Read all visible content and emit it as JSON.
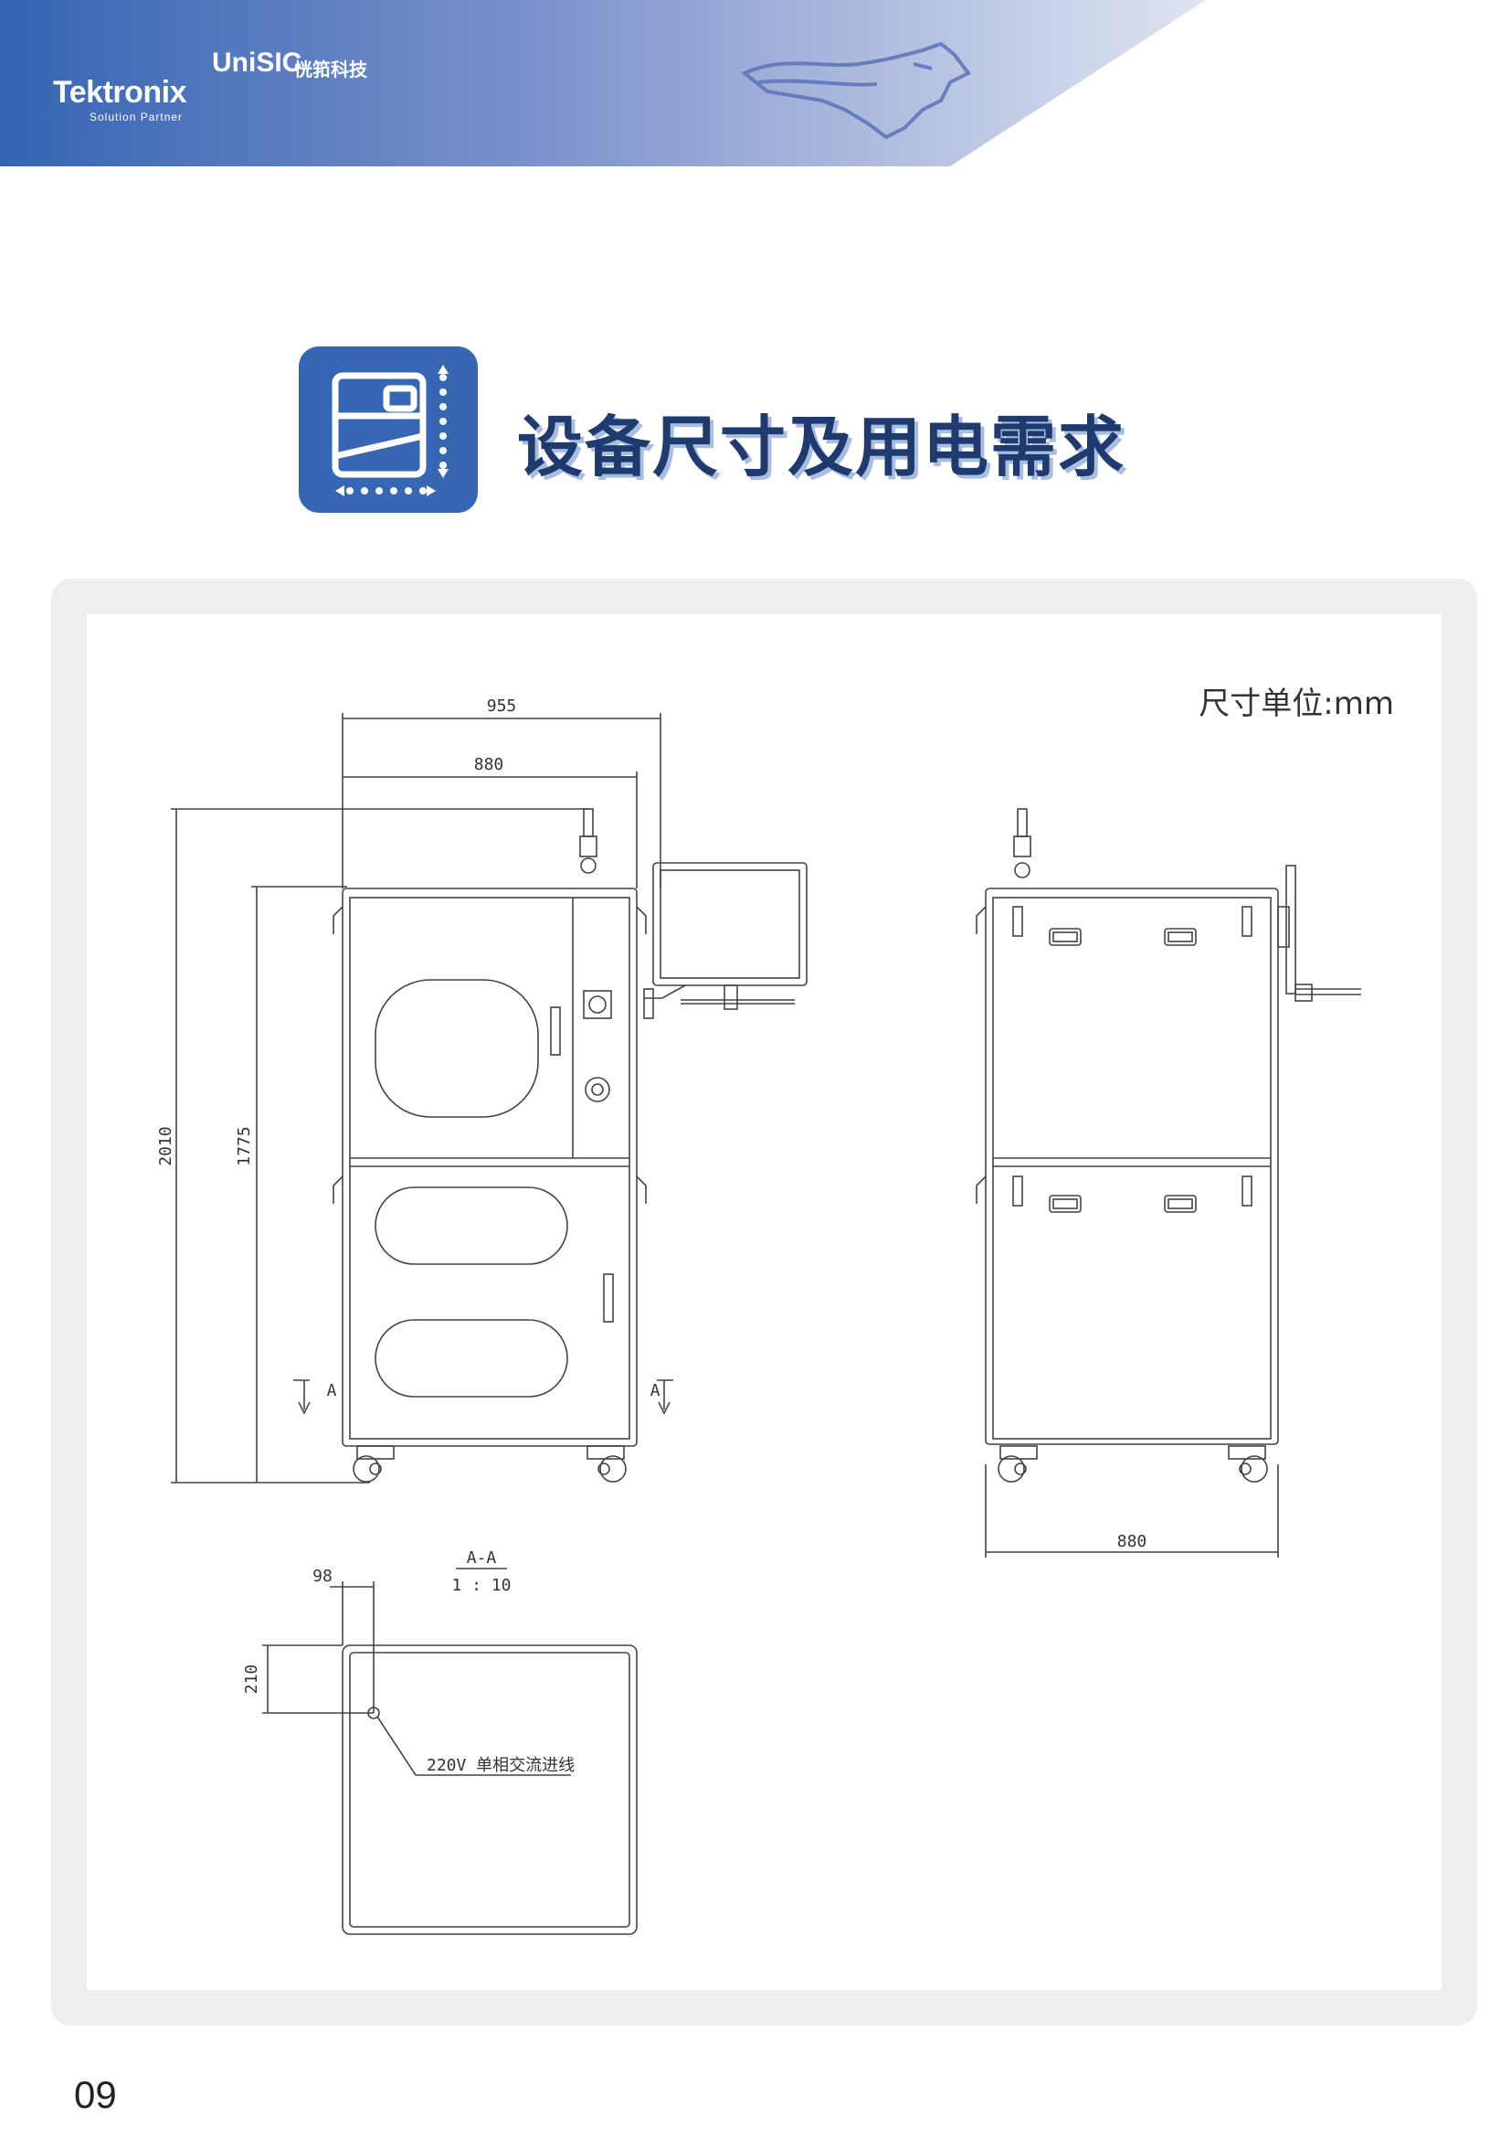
{
  "header": {
    "brand_tek": "Tektronix",
    "brand_tek_sub": "Solution Partner",
    "brand_unisic": "UniSIC",
    "brand_unisic_cn": "恍筘科技",
    "mascot_icon": "wolf-mascot-icon"
  },
  "section": {
    "title": "设备尺寸及用电需求",
    "icon": "equipment-dimension-icon"
  },
  "drawing": {
    "unit_note": "尺寸单位:mm",
    "front_view": {
      "width_overall": "955",
      "width_body": "880",
      "height_overall": "2010",
      "height_body": "1775",
      "section_mark_left": "A",
      "section_mark_right": "A"
    },
    "side_view": {
      "width": "880"
    },
    "section_view": {
      "label": "A-A",
      "scale": "1 : 10",
      "offset_x": "98",
      "offset_y": "210",
      "callout": "220V 单相交流进线"
    }
  },
  "footer": {
    "page_number": "09"
  },
  "colors": {
    "brand_blue": "#3767b4",
    "title_navy": "#1f3a6e",
    "frame_gray": "#eeeeee"
  }
}
